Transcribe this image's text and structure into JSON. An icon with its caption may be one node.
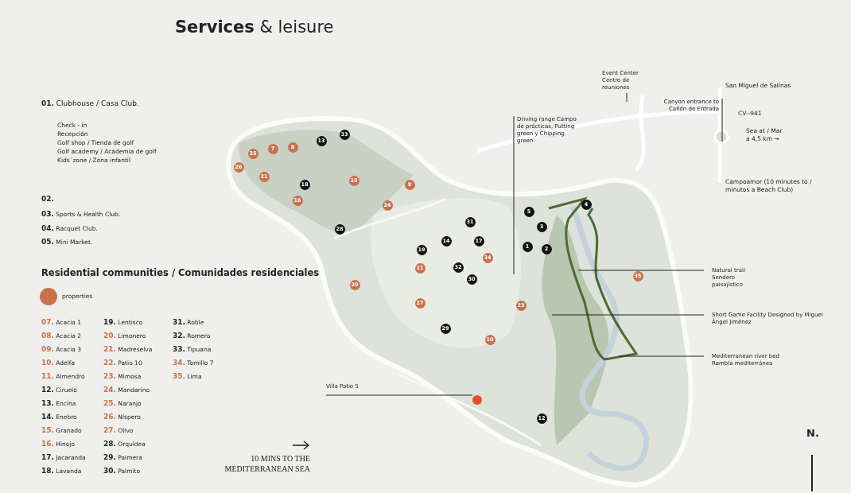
{
  "diagram": {
    "title": "**Services** & leisure",
    "nodes": [
      {
        "text": [
          "25"
        ]
      },
      {
        "text": [
          "7"
        ]
      },
      {
        "text": [
          "8"
        ]
      },
      {
        "text": [
          "13"
        ]
      },
      {
        "text": [
          "33"
        ]
      },
      {
        "text": [
          "26"
        ]
      },
      {
        "text": [
          "21"
        ]
      },
      {
        "text": [
          "18"
        ]
      },
      {
        "text": [
          "16"
        ]
      },
      {
        "text": [
          "15"
        ]
      },
      {
        "text": [
          "9"
        ]
      },
      {
        "text": [
          "24"
        ]
      },
      {
        "text": [
          "28"
        ]
      },
      {
        "text": [
          "4"
        ]
      },
      {
        "text": [
          "5"
        ]
      },
      {
        "text": [
          "3"
        ]
      },
      {
        "text": [
          "31"
        ]
      },
      {
        "text": [
          "14"
        ]
      },
      {
        "text": [
          "17"
        ]
      },
      {
        "text": [
          "1"
        ]
      },
      {
        "text": [
          "2"
        ]
      },
      {
        "text": [
          "19"
        ]
      },
      {
        "text": [
          "34"
        ]
      },
      {
        "text": [
          "11"
        ]
      },
      {
        "text": [
          "32"
        ]
      },
      {
        "text": [
          "35"
        ]
      },
      {
        "text": [
          "30"
        ]
      },
      {
        "text": [
          "20"
        ]
      },
      {
        "text": [
          "27"
        ]
      },
      {
        "text": [
          "23"
        ]
      },
      {
        "text": [
          "29"
        ]
      },
      {
        "text": [
          "10"
        ]
      },
      {
        "text": [
          "12"
        ]
      },
      {
        "text": [],
        "shape": "circle"
      },
      {
        "text": [
          "Event Center Centro de reuniones"
        ]
      },
      {
        "text": [
          "Driving range Campo de prácticas, Putting green y Chipping green"
        ]
      },
      {
        "text": [
          "Canyon entrance to Cañón de Entrada"
        ]
      },
      {
        "text": [
          "Natural trail Sendero paisajístico"
        ]
      },
      {
        "text": [
          "Short Game Facility Designed by Miguel Ángel Jiménez"
        ]
      },
      {
        "text": [
          "Mediterranean river bed Rambla mediterránea"
        ]
      },
      {
        "text": [
          "Villa Patio 5"
        ]
      }
    ],
    "edges": [
      {
        "from": 34,
        "to": null,
        "arrow": "none"
      },
      {
        "from": 35,
        "to": null,
        "arrow": "none"
      },
      {
        "from": 36,
        "to": null,
        "arrow": "none"
      },
      {
        "from": 37,
        "to": null,
        "arrow": "none"
      },
      {
        "from": 38,
        "to": null,
        "arrow": "none"
      },
      {
        "from": 39,
        "to": null,
        "arrow": "none"
      },
      {
        "from": 40,
        "to": 33,
        "arrow": "none"
      }
    ],
    "labels": [
      "**01.** Clubhouse / Casa Club.",
      "Check - in",
      "Recepción",
      "Golf shop / Tienda de golf",
      "Golf academy / Academia de golf",
      "Kids´zone / Zona infantil",
      "**02.**",
      "**03.** Sports & Health Club.",
      "**04.** Racquet Club.",
      "**05.** Mini Market.",
      "Residential communities / Comunidades residenciales",
      "**07.** Acacia 1",
      "**08.** Acacia 2",
      "**09.** Acacia 3",
      "**10.** Adelfa",
      "**11.** Almendro",
      "**12.** Ciruelo",
      "**13.** Encina",
      "**14.** Enebro",
      "**15.** Granado",
      "**16.** Hinojo",
      "**17.** Jacaranda",
      "**18.** Lavanda",
      "**19.** Lentisco",
      "**20.** Limonero",
      "**21.** Madreselva",
      "**22.** Patio 10",
      "**23.** Mimosa",
      "**24.** Mandarino",
      "**25.** Naranjo",
      "**26.** Níspero",
      "**27.** Olivo",
      "**28.** Orquídea",
      "**29.** Palmera",
      "**30.** Palmito",
      "**31.** Roble",
      "**32.** Romero",
      "**33.** Tipuana",
      "**34.** Tomillo 7",
      "**35.** Lima",
      "10 MINS TO THE MEDITERRANEAN SEA",
      "San Miguel de Salinas",
      "CV--941",
      "Sea at / Mar a 4,5 km →",
      "Campoamor (10 minutes to / minutos a Beach Club)",
      "N."
    ],
    "legend": [
      {
        "text": "properties",
        "color": "#c8714f"
      }
    ]
  }
}
